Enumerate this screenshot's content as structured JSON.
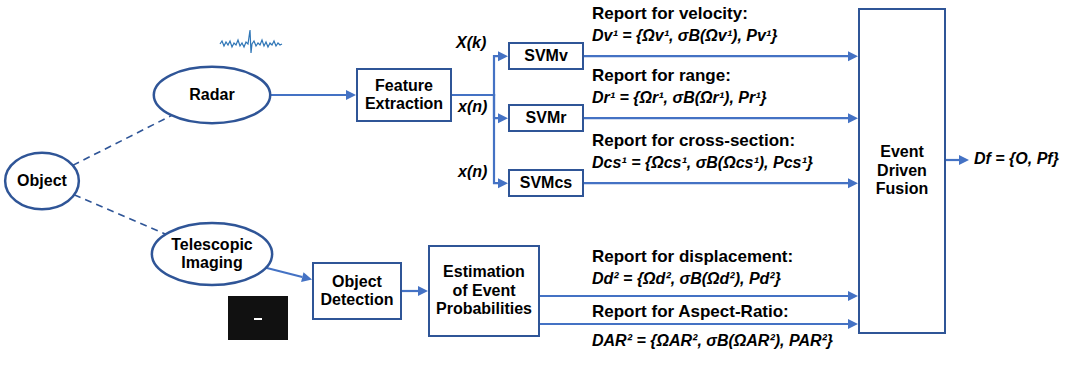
{
  "diagram": {
    "nodes": [
      {
        "text": [
          "Object"
        ]
      },
      {
        "text": [
          "Radar"
        ]
      },
      {
        "text": [
          "Telescopic Imaging"
        ]
      },
      {
        "text": [
          "Feature Extraction"
        ]
      },
      {
        "text": [
          "SVMv"
        ]
      },
      {
        "text": [
          "SVMr"
        ]
      },
      {
        "text": [
          "SVMcs"
        ]
      },
      {
        "text": [
          "Object Detection"
        ]
      },
      {
        "text": [
          "Estimation of Event Probabilities"
        ]
      },
      {
        "text": [
          "Event Driven Fusion"
        ]
      }
    ],
    "edges": [
      {
        "from": 0,
        "to": 1,
        "arrow": "none"
      },
      {
        "from": 0,
        "to": 2,
        "arrow": "none"
      },
      {
        "from": 1,
        "to": 3,
        "arrow": "to"
      },
      {
        "from": 3,
        "to": 4,
        "label": "X(k)",
        "arrow": "to"
      },
      {
        "from": 3,
        "to": 5,
        "label": "x(n)",
        "arrow": "to"
      },
      {
        "from": 3,
        "to": 6,
        "label": "x(n)",
        "arrow": "to"
      },
      {
        "from": 4,
        "to": 9,
        "label": "Report for velocity:",
        "arrow": "to"
      },
      {
        "from": 5,
        "to": 9,
        "label": "Report for range:",
        "arrow": "to"
      },
      {
        "from": 6,
        "to": 9,
        "label": "Report for cross-section:",
        "arrow": "to"
      },
      {
        "from": 2,
        "to": 7,
        "arrow": "to"
      },
      {
        "from": 7,
        "to": 8,
        "arrow": "to"
      },
      {
        "from": 8,
        "to": 9,
        "label": "Report for displacement:",
        "arrow": "to"
      },
      {
        "from": 8,
        "to": 9,
        "label": "Report for Aspect-Ratio:",
        "arrow": "to"
      }
    ],
    "labels": [
      "Dv¹ = {Ωv¹, σB(Ωv¹), Pv¹}",
      "Dr¹ = {Ωr¹, σB(Ωr¹), Pr¹}",
      "Dcs¹ = {Ωcs¹, σB(Ωcs¹), Pcs¹}",
      "Dd² = {Ωd², σB(Ωd²), Pd²}",
      "DAR² = {ΩAR², σB(ΩAR²), PAR²}",
      "Df = {O, Pf}"
    ]
  }
}
